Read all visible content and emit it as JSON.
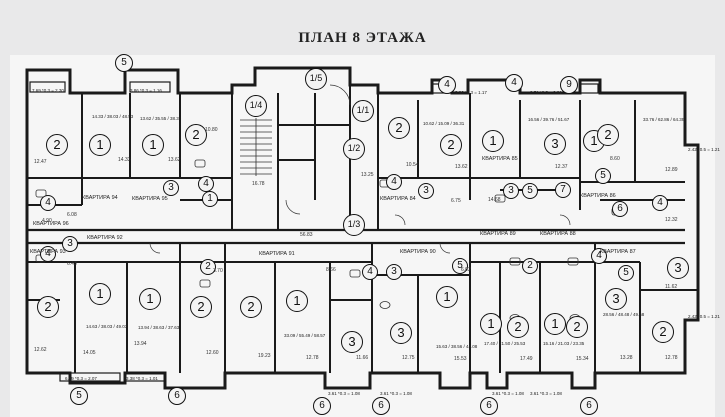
{
  "title": "ПЛАН 8 ЭТАЖА",
  "sections": [
    {
      "id": "1/5",
      "label": "1/5"
    },
    {
      "id": "1/4",
      "label": "1/4"
    },
    {
      "id": "1/1",
      "label": "1/1"
    },
    {
      "id": "1/2",
      "label": "1/2"
    },
    {
      "id": "1/3",
      "label": "1/3"
    }
  ],
  "axes": [
    "5",
    "5",
    "6",
    "4",
    "6",
    "6",
    "4",
    "9",
    "6",
    "6"
  ],
  "apartments": [
    {
      "label": "КВАРТИРА 94"
    },
    {
      "label": "КВАРТИРА 95"
    },
    {
      "label": "КВАРТИРА 96"
    },
    {
      "label": "КВАРТИРА 93"
    },
    {
      "label": "КВАРТИРА 92"
    },
    {
      "label": "КВАРТИРА 91"
    },
    {
      "label": "КВАРТИРА 90"
    },
    {
      "label": "КВАРТИРА 89"
    },
    {
      "label": "КВАРТИРА 88"
    },
    {
      "label": "КВАРТИРА 87"
    },
    {
      "label": "КВАРТИРА 86"
    },
    {
      "label": "КВАРТИРА 85"
    },
    {
      "label": "КВАРТИРА 84"
    }
  ],
  "rooms": [
    "2",
    "1",
    "1",
    "2",
    "3",
    "4",
    "2",
    "4",
    "3",
    "2",
    "1",
    "1",
    "2",
    "2",
    "2",
    "1",
    "3",
    "2",
    "3",
    "1",
    "2",
    "1",
    "2",
    "1",
    "3",
    "4",
    "3",
    "2",
    "1",
    "1",
    "3",
    "4",
    "2",
    "3",
    "5",
    "7",
    "5",
    "6",
    "4",
    "3",
    "1",
    "3",
    "5",
    "4",
    "4",
    "5",
    "2",
    "1",
    "2",
    "4",
    "1/3"
  ],
  "areas": [
    "12.47",
    "14.33",
    "13.62",
    "10.80",
    "16.78",
    "13.25",
    "10.54",
    "13.62",
    "12.37",
    "8.60",
    "12.89",
    "12.32",
    "11.62",
    "12.62",
    "14.05",
    "13.94",
    "12.60",
    "19.23",
    "12.78",
    "11.66",
    "12.75",
    "15.53",
    "17.49",
    "15.34",
    "13.28",
    "12.78",
    "56.83",
    "6.02",
    "6.08",
    "6.75",
    "4.90",
    "6.43",
    "3.70",
    "8.66",
    "14.68"
  ],
  "unit_summaries": [
    "14.33 / 38.03 / 48.53",
    "13.62 / 35.55 / 38.35",
    "10.62 / 15.09 / 36.31",
    "16.56 / 39.76 / 51.67",
    "33.76 / 62.86 / 64.39",
    "14.63 / 38.03 / 49.03",
    "13.94 / 38.63 / 37.63",
    "33.09 / 55.49 / 58.57",
    "15.63 / 38.56 / 44.08",
    "17.40 / 21.50 / 25.53",
    "15.16 / 21.03 / 23.35",
    "28.56 / 48.48 / 49.68"
  ],
  "dimensions": [
    "7.69 *0.3 = 2.30",
    "3.86 *0.3 = 1.16",
    "3.86 *0.3 = 1.17",
    "2.71 *0.3 = 0.81",
    "6.89 *0.3 = 2.07",
    "3.38 *0.3 = 1.01",
    "3.61 *0.3 = 1.08",
    "3.61 *0.3 = 1.08",
    "3.61 *0.3 = 1.08",
    "3.61 *0.3 = 1.08",
    "2.42 *0.5 = 1.21",
    "2.42 *0.5 = 1.21"
  ],
  "colors": {
    "wall": "#1a1a1a",
    "paper": "#f6f6f6",
    "background": "#e9e9ea"
  }
}
